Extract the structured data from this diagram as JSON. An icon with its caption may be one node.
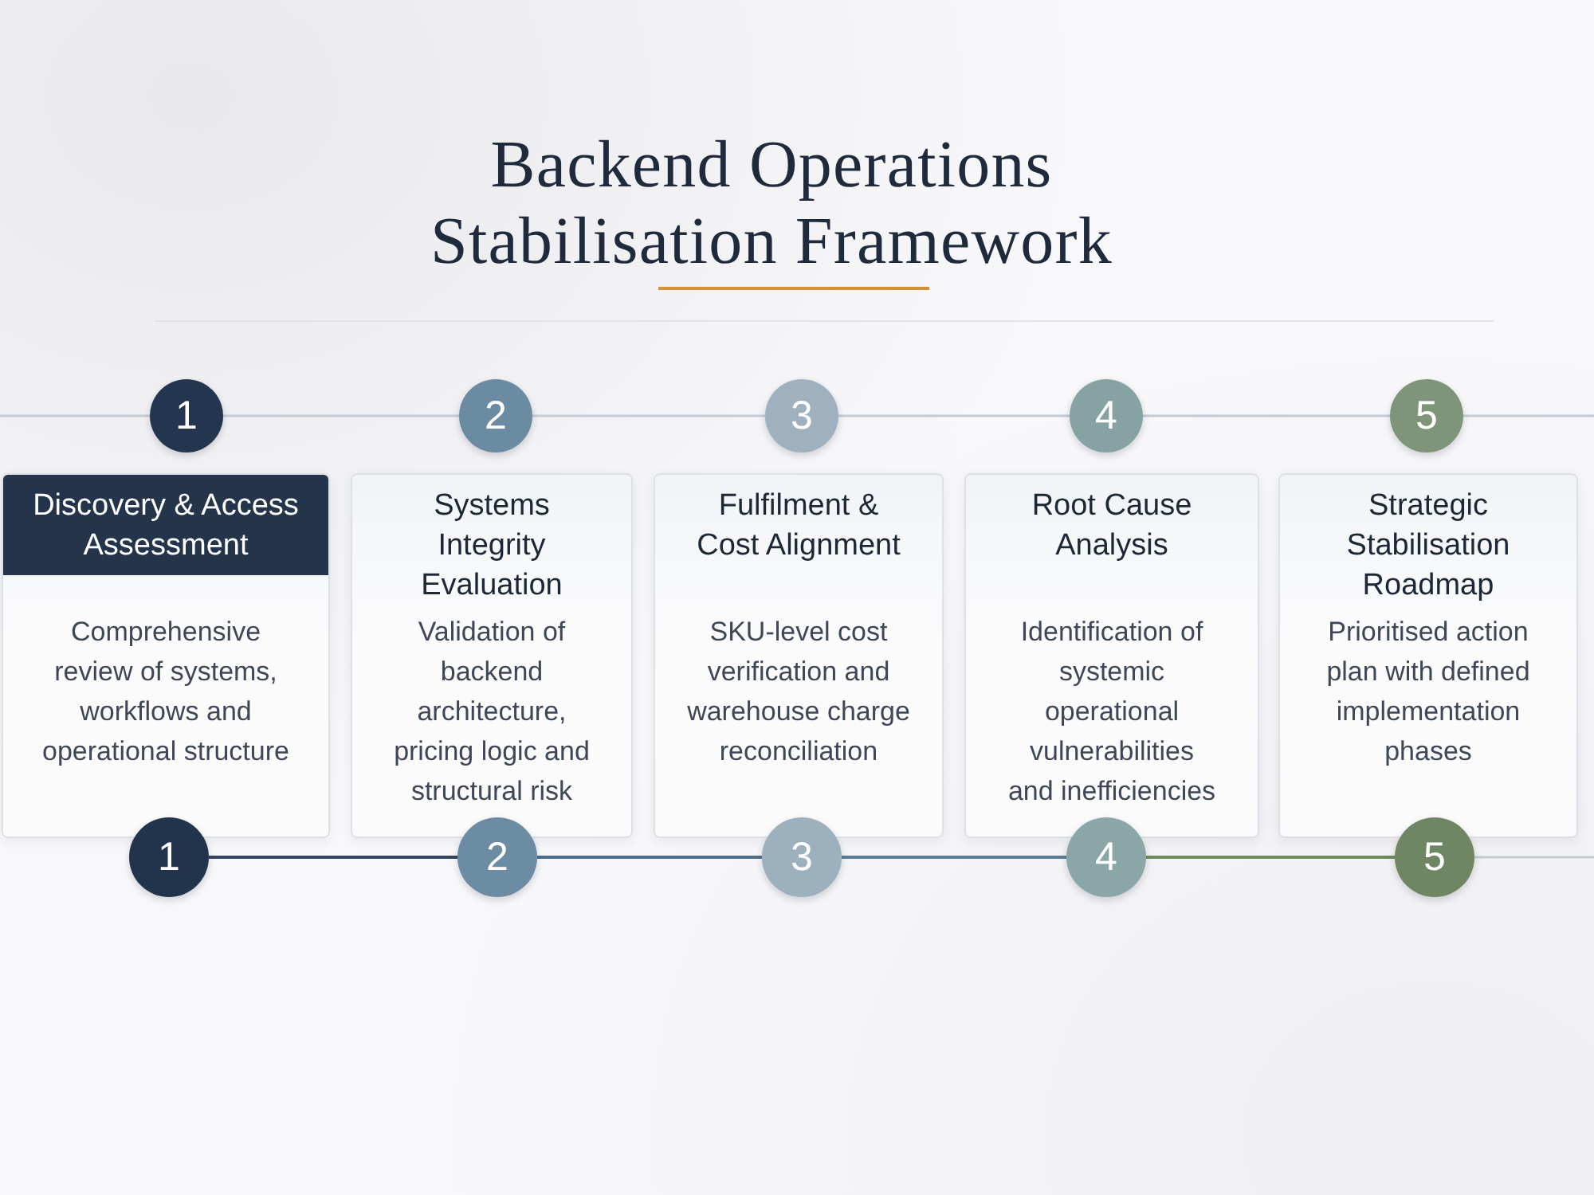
{
  "diagram": {
    "title": "Backend Operations Stabilisation Framework",
    "nodes": [
      {
        "text": [
          "1"
        ]
      },
      {
        "text": [
          "2"
        ]
      },
      {
        "text": [
          "3"
        ]
      },
      {
        "text": [
          "4"
        ]
      },
      {
        "text": [
          "5"
        ]
      },
      {
        "text": [
          "Discovery & Access Assessment",
          "Comprehensive review of systems, workflows and operational structure"
        ]
      },
      {
        "text": [
          "Systems Integrity Evaluation",
          "Validation of backend architecture, pricing logic and structural risk"
        ]
      },
      {
        "text": [
          "Fulfilment & Cost Alignment",
          "SKU-level cost verification and warehouse charge reconciliation"
        ]
      },
      {
        "text": [
          "Root Cause Analysis",
          "Identification of systemic operational vulnerabilities and inefficiencies"
        ]
      },
      {
        "text": [
          "Strategic Stabilisation Roadmap",
          "Prioritised action plan with defined implementation phases"
        ]
      },
      {
        "text": [
          "1"
        ]
      },
      {
        "text": [
          "2"
        ]
      },
      {
        "text": [
          "3"
        ]
      },
      {
        "text": [
          "4"
        ]
      },
      {
        "text": [
          "5"
        ]
      }
    ],
    "edges": [
      {
        "from": null,
        "to": 0,
        "arrow": "none"
      },
      {
        "from": 0,
        "to": 1,
        "arrow": "none"
      },
      {
        "from": 1,
        "to": 2,
        "arrow": "none"
      },
      {
        "from": 2,
        "to": 3,
        "arrow": "none"
      },
      {
        "from": 3,
        "to": 4,
        "arrow": "none"
      },
      {
        "from": 4,
        "to": null,
        "arrow": "none"
      },
      {
        "from": 10,
        "to": 11,
        "arrow": "none",
        "color": "#2f4560"
      },
      {
        "from": 11,
        "to": 12,
        "arrow": "none",
        "color": "#4d6d8a"
      },
      {
        "from": 12,
        "to": 13,
        "arrow": "none",
        "color": "#5b7c93"
      },
      {
        "from": 13,
        "to": 14,
        "arrow": "none",
        "color": "#6e8a5c"
      },
      {
        "from": 14,
        "to": null,
        "arrow": "none"
      }
    ]
  }
}
